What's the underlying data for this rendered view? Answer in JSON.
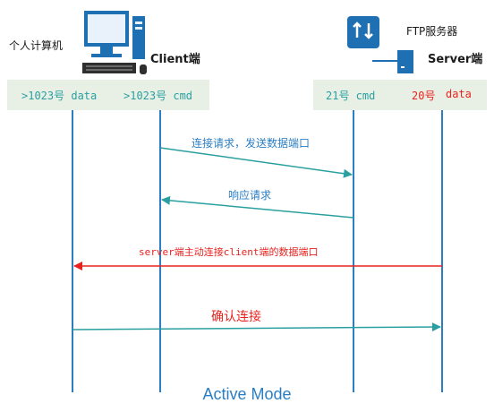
{
  "client": {
    "pc_label": "个人计算机",
    "name": "Client端"
  },
  "server": {
    "ftp_label": "FTP服务器",
    "name": "Server端"
  },
  "ports": {
    "client_data": ">1023号 data",
    "client_cmd": ">1023号 cmd",
    "server_cmd": "21号 cmd",
    "server_data_num": "20号",
    "server_data_word": "data"
  },
  "messages": {
    "m1": "连接请求，发送数据端口",
    "m2": "响应请求",
    "m3": "server端主动连接client端的数据端口",
    "m4": "确认连接"
  },
  "title": "Active Mode",
  "colors": {
    "teal": "#2a9fa0",
    "blue": "#2b7ec2",
    "red": "#e8231f",
    "band": "#e8f0e6"
  }
}
